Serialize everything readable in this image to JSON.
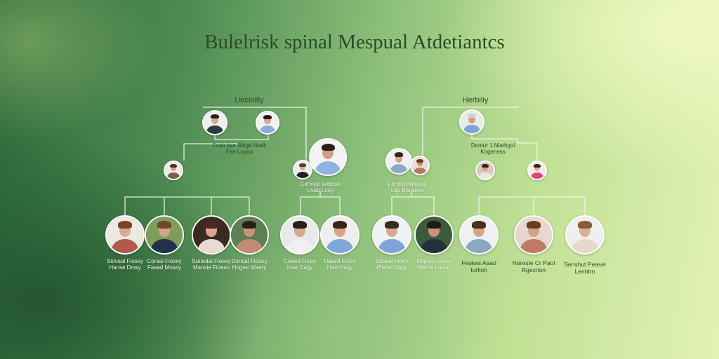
{
  "title": "Bulelrisk spinal Mespual Atdetiantcs",
  "headings": {
    "left": "Uecloiity",
    "right": "Herbiliy"
  },
  "colors": {
    "line": "#f4f8ee",
    "title": "#2b4a28"
  },
  "nodes": [
    {
      "skin": "#d9a88a",
      "hair": "#2a1e18",
      "shirt": "#2c3b46",
      "bg": "#eee"
    },
    {
      "skin": "#d6a98c",
      "hair": "#1e1a18",
      "shirt": "#8aaedc",
      "bg": "#f1f1f1"
    },
    {
      "skin": "#d2a085",
      "hair": "#4b2e1f",
      "shirt": "#7a6050",
      "bg": "#ececec"
    },
    {
      "skin": "#d8ae92",
      "hair": "#5a3a22",
      "shirt": "#222",
      "bg": "#eee"
    },
    {
      "skin": "#cfa086",
      "hair": "#2a2018",
      "shirt": "#8fb3de",
      "bg": "#f3f3f3"
    },
    {
      "skin": "#d6a488",
      "hair": "#3a2418",
      "shirt": "#8aa9c8",
      "bg": "#f0f0f0"
    },
    {
      "skin": "#c88f72",
      "hair": "#6b3b24",
      "shirt": "#b07a66",
      "bg": "#eadfd8"
    },
    {
      "skin": "#d2a187",
      "hair": "#d0d0d0",
      "shirt": "#7ea4d6",
      "bg": "#e9ece6"
    },
    {
      "skin": "#d2a38a",
      "hair": "#3a2418",
      "shirt": "#e9e9e9",
      "bg": "#d9c9bd"
    },
    {
      "skin": "#e0b096",
      "hair": "#3a2418",
      "shirt": "#e0457a",
      "bg": "#f0eee8"
    },
    {
      "skin": "#dcaa90",
      "hair": "#7a4526",
      "shirt": "#b05a4a",
      "bg": "#ede8e2"
    },
    {
      "skin": "#d6a48a",
      "hair": "#6b4a2a",
      "shirt": "#22304a",
      "bg": "#7e9d5a"
    },
    {
      "skin": "#d8a88e",
      "hair": "#4a2a1a",
      "shirt": "#e8dcd2",
      "bg": "#3a2a24"
    },
    {
      "skin": "#c99478",
      "hair": "#2a1e18",
      "shirt": "#c08a74",
      "bg": "#5d7f55"
    },
    {
      "skin": "#d8a88c",
      "hair": "#2a1e18",
      "shirt": "#f0f0f0",
      "bg": "#e9e9e9"
    },
    {
      "skin": "#d6a48a",
      "hair": "#3a2418",
      "shirt": "#7fa6d8",
      "bg": "#eeeeee"
    },
    {
      "skin": "#d8aa90",
      "hair": "#3a2a1e",
      "shirt": "#7ea4d8",
      "bg": "#eef2f4"
    },
    {
      "skin": "#c99478",
      "hair": "#1e1a18",
      "shirt": "#24303a",
      "bg": "#3c5a3c"
    },
    {
      "skin": "#d4a48a",
      "hair": "#4a2e1e",
      "shirt": "#8aa8c4",
      "bg": "#f0f0f0"
    },
    {
      "skin": "#d4a086",
      "hair": "#6b3b24",
      "shirt": "#c07a66",
      "bg": "#e6d8ce"
    },
    {
      "skin": "#dcae94",
      "hair": "#8a5a3a",
      "shirt": "#e8d8c8",
      "bg": "#efefef"
    },
    {
      "skin": "#d4a288",
      "hair": "#3a2418",
      "shirt": "#7a5a48",
      "bg": "#eee"
    },
    {
      "skin": "#d0a088",
      "hair": "#1e1a18",
      "shirt": "#2c4668",
      "bg": "#eee"
    }
  ],
  "labels": {
    "top_left": [
      "Fvab bae Mage Noak",
      "Fae Logou"
    ],
    "mid_left": [
      "Cenned Wibose",
      "Uvab Looy"
    ],
    "mid_right": [
      "Fenned Mibose",
      "Lep Bansess"
    ],
    "top_right": [
      "Dontur 1 Nlathgol",
      "Kogeness"
    ],
    "bottom": [
      [
        "Sioveal Fiosey",
        "Hanse Dowy"
      ],
      [
        "Coreal Fiosey",
        "Fasad Mosey"
      ],
      [
        "Sunedal Fiosey",
        "Mansie Fioeas"
      ],
      [
        "Donsal Fiosey",
        "Hogee Waery"
      ],
      [
        "Coeed Fioeo",
        "Ioae Dagy"
      ],
      [
        "Dased Fioeo",
        "Hast Fagy"
      ],
      [
        "Sabeal Fiony",
        "Pfabel Dagy"
      ],
      [
        "Dopeal Fiowe",
        "Fieme Lasse"
      ],
      [
        "Feokes Aaad",
        "Iurfion"
      ],
      [
        "Hareste Cr Paol",
        "Rgecnon"
      ],
      [
        "Senshut Peasel",
        "Lenhtrn"
      ]
    ]
  }
}
